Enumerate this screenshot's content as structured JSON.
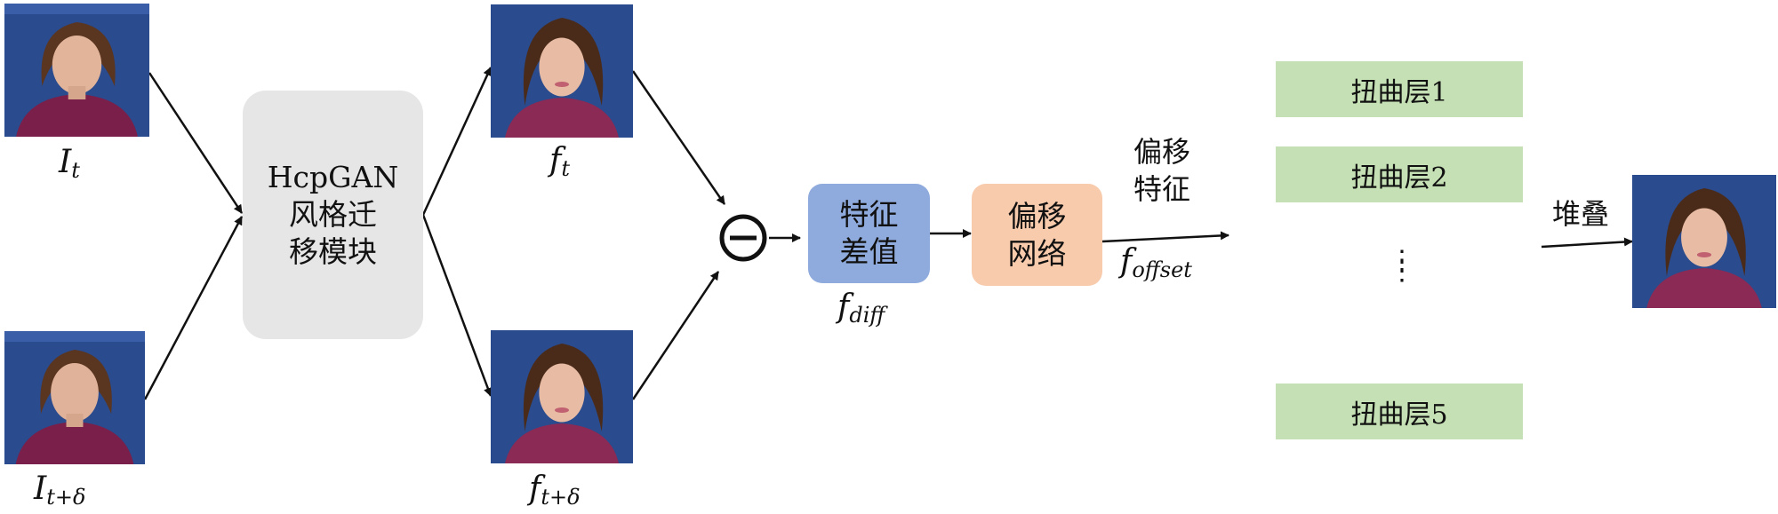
{
  "colors": {
    "module": "#e6e6e6",
    "feature_diff": "#8faadc",
    "offset_net": "#f8cbad",
    "warp_layer": "#c5e0b4",
    "photo_bg": "#2a4b8d"
  },
  "inputs": {
    "top": {
      "symbol": "I",
      "subscript": "t",
      "icon": "anchor-face-photo"
    },
    "bottom": {
      "symbol": "I",
      "subscript": "t+δ",
      "icon": "anchor-face-photo"
    }
  },
  "module": {
    "line1": "HcpGAN",
    "line2": "风格迁",
    "line3": "移模块"
  },
  "outputs": {
    "top": {
      "symbol": "f",
      "subscript": "t",
      "icon": "stylized-face-photo"
    },
    "bottom": {
      "symbol": "f",
      "subscript": "t+δ",
      "icon": "stylized-face-photo"
    }
  },
  "minus_symbol": "⊖",
  "feature_diff": {
    "line1": "特征",
    "line2": "差值",
    "symbol": "f",
    "subscript": "diff"
  },
  "offset_net": {
    "line1": "偏移",
    "line2": "网络"
  },
  "offset_feature": {
    "line1": "偏移",
    "line2": "特征",
    "symbol": "f",
    "subscript": "offset"
  },
  "warp_layers": [
    "扭曲层1",
    "扭曲层2",
    "扭曲层5"
  ],
  "ellipsis": "⋮",
  "stack_label": "堆叠",
  "result": {
    "icon": "stylized-face-photo"
  }
}
